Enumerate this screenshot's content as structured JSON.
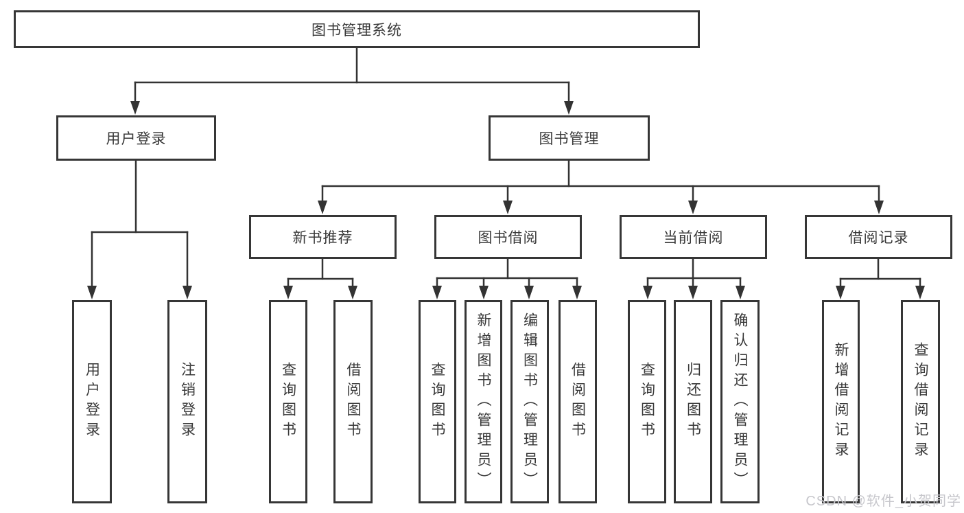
{
  "diagram": {
    "type": "hierarchy-tree",
    "root": {
      "label": "图书管理系统"
    },
    "level2": [
      {
        "label": "用户登录"
      },
      {
        "label": "图书管理"
      }
    ],
    "level3": [
      {
        "label": "新书推荐"
      },
      {
        "label": "图书借阅"
      },
      {
        "label": "当前借阅"
      },
      {
        "label": "借阅记录"
      }
    ],
    "leafGroups": [
      {
        "parent": "用户登录",
        "items": [
          "用户登录",
          "注销登录"
        ]
      },
      {
        "parent": "新书推荐",
        "items": [
          "查询图书",
          "借阅图书"
        ]
      },
      {
        "parent": "图书借阅",
        "items": [
          "查询图书",
          "新增图书（管理员）",
          "编辑图书（管理员）",
          "借阅图书"
        ]
      },
      {
        "parent": "当前借阅",
        "items": [
          "查询图书",
          "归还图书",
          "确认归还（管理员）"
        ]
      },
      {
        "parent": "借阅记录",
        "items": [
          "新增借阅记录",
          "查询借阅记录"
        ]
      }
    ]
  },
  "watermark": "CSDN @软件_小贺同学",
  "colors": {
    "background": "#ffffff",
    "box_border": "#363636",
    "connector_line": "#333333",
    "text": "#383838",
    "watermark": "#c7c7cc"
  }
}
